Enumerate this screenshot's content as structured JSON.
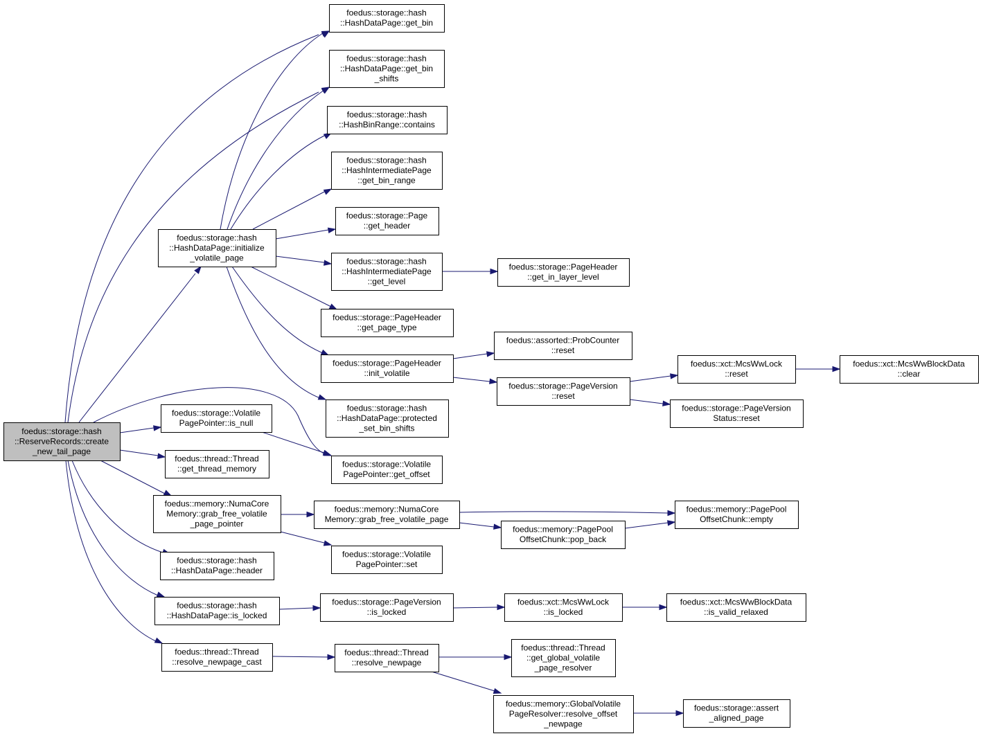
{
  "diagram": {
    "type": "call-graph",
    "colors": {
      "edge": "#191970",
      "node_border": "#000000",
      "node_fill": "#ffffff",
      "root_fill": "#bfbfbf"
    },
    "nodes": [
      {
        "id": "root",
        "lines": [
          "foedus::storage::hash",
          "::ReserveRecords::create",
          "_new_tail_page"
        ]
      },
      {
        "id": "initialize_volatile_page",
        "lines": [
          "foedus::storage::hash",
          "::HashDataPage::initialize",
          "_volatile_page"
        ]
      },
      {
        "id": "get_bin",
        "lines": [
          "foedus::storage::hash",
          "::HashDataPage::get_bin"
        ]
      },
      {
        "id": "get_bin_shifts",
        "lines": [
          "foedus::storage::hash",
          "::HashDataPage::get_bin",
          "_shifts"
        ]
      },
      {
        "id": "bin_range_contains",
        "lines": [
          "foedus::storage::hash",
          "::HashBinRange::contains"
        ]
      },
      {
        "id": "get_bin_range",
        "lines": [
          "foedus::storage::hash",
          "::HashIntermediatePage",
          "::get_bin_range"
        ]
      },
      {
        "id": "page_get_header",
        "lines": [
          "foedus::storage::Page",
          "::get_header"
        ]
      },
      {
        "id": "intermediate_get_level",
        "lines": [
          "foedus::storage::hash",
          "::HashIntermediatePage",
          "::get_level"
        ]
      },
      {
        "id": "get_in_layer_level",
        "lines": [
          "foedus::storage::PageHeader",
          "::get_in_layer_level"
        ]
      },
      {
        "id": "get_page_type",
        "lines": [
          "foedus::storage::PageHeader",
          "::get_page_type"
        ]
      },
      {
        "id": "init_volatile",
        "lines": [
          "foedus::storage::PageHeader",
          "::init_volatile"
        ]
      },
      {
        "id": "prob_counter_reset",
        "lines": [
          "foedus::assorted::ProbCounter",
          "::reset"
        ]
      },
      {
        "id": "page_version_reset",
        "lines": [
          "foedus::storage::PageVersion",
          "::reset"
        ]
      },
      {
        "id": "mcs_lock_reset",
        "lines": [
          "foedus::xct::McsWwLock",
          "::reset"
        ]
      },
      {
        "id": "block_data_clear",
        "lines": [
          "foedus::xct::McsWwBlockData",
          "::clear"
        ]
      },
      {
        "id": "version_status_reset",
        "lines": [
          "foedus::storage::PageVersion",
          "Status::reset"
        ]
      },
      {
        "id": "protected_set_bin_shifts",
        "lines": [
          "foedus::storage::hash",
          "::HashDataPage::protected",
          "_set_bin_shifts"
        ]
      },
      {
        "id": "is_null",
        "lines": [
          "foedus::storage::Volatile",
          "PagePointer::is_null"
        ]
      },
      {
        "id": "get_offset",
        "lines": [
          "foedus::storage::Volatile",
          "PagePointer::get_offset"
        ]
      },
      {
        "id": "get_thread_memory",
        "lines": [
          "foedus::thread::Thread",
          "::get_thread_memory"
        ]
      },
      {
        "id": "grab_free_volatile_page_pointer",
        "lines": [
          "foedus::memory::NumaCore",
          "Memory::grab_free_volatile",
          "_page_pointer"
        ]
      },
      {
        "id": "grab_free_volatile_page",
        "lines": [
          "foedus::memory::NumaCore",
          "Memory::grab_free_volatile_page"
        ]
      },
      {
        "id": "pool_empty",
        "lines": [
          "foedus::memory::PagePool",
          "OffsetChunk::empty"
        ]
      },
      {
        "id": "pool_pop_back",
        "lines": [
          "foedus::memory::PagePool",
          "OffsetChunk::pop_back"
        ]
      },
      {
        "id": "pointer_set",
        "lines": [
          "foedus::storage::Volatile",
          "PagePointer::set"
        ]
      },
      {
        "id": "data_page_header",
        "lines": [
          "foedus::storage::hash",
          "::HashDataPage::header"
        ]
      },
      {
        "id": "data_page_is_locked",
        "lines": [
          "foedus::storage::hash",
          "::HashDataPage::is_locked"
        ]
      },
      {
        "id": "page_version_is_locked",
        "lines": [
          "foedus::storage::PageVersion",
          "::is_locked"
        ]
      },
      {
        "id": "mcs_lock_is_locked",
        "lines": [
          "foedus::xct::McsWwLock",
          "::is_locked"
        ]
      },
      {
        "id": "is_valid_relaxed",
        "lines": [
          "foedus::xct::McsWwBlockData",
          "::is_valid_relaxed"
        ]
      },
      {
        "id": "resolve_newpage_cast",
        "lines": [
          "foedus::thread::Thread",
          "::resolve_newpage_cast"
        ]
      },
      {
        "id": "resolve_newpage",
        "lines": [
          "foedus::thread::Thread",
          "::resolve_newpage"
        ]
      },
      {
        "id": "get_global_volatile_page_resolver",
        "lines": [
          "foedus::thread::Thread",
          "::get_global_volatile",
          "_page_resolver"
        ]
      },
      {
        "id": "resolve_offset_newpage",
        "lines": [
          "foedus::memory::GlobalVolatile",
          "PageResolver::resolve_offset",
          "_newpage"
        ]
      },
      {
        "id": "assert_aligned_page",
        "lines": [
          "foedus::storage::assert",
          "_aligned_page"
        ]
      }
    ],
    "edges": [
      {
        "from": "root",
        "to": "get_bin"
      },
      {
        "from": "root",
        "to": "get_bin_shifts"
      },
      {
        "from": "root",
        "to": "initialize_volatile_page"
      },
      {
        "from": "root",
        "to": "get_offset"
      },
      {
        "from": "root",
        "to": "is_null"
      },
      {
        "from": "root",
        "to": "get_thread_memory"
      },
      {
        "from": "root",
        "to": "grab_free_volatile_page_pointer"
      },
      {
        "from": "root",
        "to": "data_page_header"
      },
      {
        "from": "root",
        "to": "data_page_is_locked"
      },
      {
        "from": "root",
        "to": "resolve_newpage_cast"
      },
      {
        "from": "initialize_volatile_page",
        "to": "get_bin"
      },
      {
        "from": "initialize_volatile_page",
        "to": "get_bin_shifts"
      },
      {
        "from": "initialize_volatile_page",
        "to": "bin_range_contains"
      },
      {
        "from": "initialize_volatile_page",
        "to": "get_bin_range"
      },
      {
        "from": "initialize_volatile_page",
        "to": "page_get_header"
      },
      {
        "from": "initialize_volatile_page",
        "to": "intermediate_get_level"
      },
      {
        "from": "initialize_volatile_page",
        "to": "get_page_type"
      },
      {
        "from": "initialize_volatile_page",
        "to": "init_volatile"
      },
      {
        "from": "initialize_volatile_page",
        "to": "protected_set_bin_shifts"
      },
      {
        "from": "intermediate_get_level",
        "to": "get_in_layer_level"
      },
      {
        "from": "init_volatile",
        "to": "prob_counter_reset"
      },
      {
        "from": "init_volatile",
        "to": "page_version_reset"
      },
      {
        "from": "page_version_reset",
        "to": "mcs_lock_reset"
      },
      {
        "from": "page_version_reset",
        "to": "version_status_reset"
      },
      {
        "from": "mcs_lock_reset",
        "to": "block_data_clear"
      },
      {
        "from": "is_null",
        "to": "get_offset"
      },
      {
        "from": "grab_free_volatile_page_pointer",
        "to": "grab_free_volatile_page"
      },
      {
        "from": "grab_free_volatile_page_pointer",
        "to": "pointer_set"
      },
      {
        "from": "grab_free_volatile_page",
        "to": "pool_empty"
      },
      {
        "from": "grab_free_volatile_page",
        "to": "pool_pop_back"
      },
      {
        "from": "pool_pop_back",
        "to": "pool_empty"
      },
      {
        "from": "data_page_is_locked",
        "to": "page_version_is_locked"
      },
      {
        "from": "page_version_is_locked",
        "to": "mcs_lock_is_locked"
      },
      {
        "from": "mcs_lock_is_locked",
        "to": "is_valid_relaxed"
      },
      {
        "from": "resolve_newpage_cast",
        "to": "resolve_newpage"
      },
      {
        "from": "resolve_newpage",
        "to": "get_global_volatile_page_resolver"
      },
      {
        "from": "resolve_newpage",
        "to": "resolve_offset_newpage"
      },
      {
        "from": "resolve_offset_newpage",
        "to": "assert_aligned_page"
      }
    ]
  }
}
